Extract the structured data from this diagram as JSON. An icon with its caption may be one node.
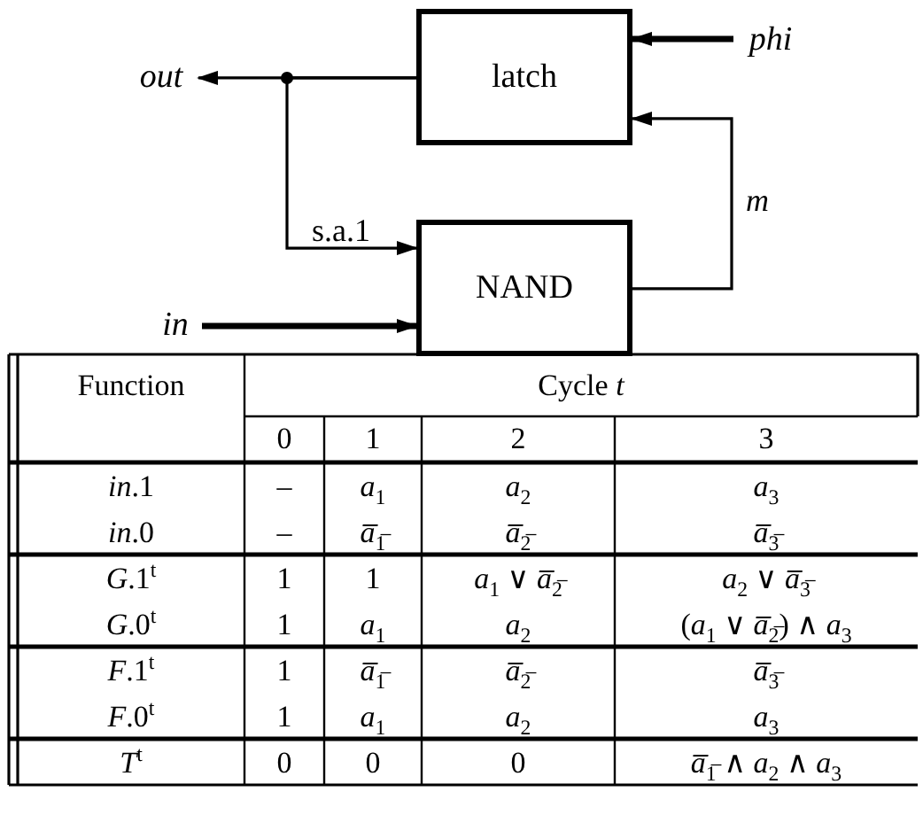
{
  "diagram": {
    "nodes": [
      {
        "text": [
          "latch"
        ]
      },
      {
        "text": [
          "phi"
        ]
      },
      {
        "text": [
          "out"
        ]
      },
      {
        "text": [
          "NAND"
        ]
      },
      {
        "text": [
          "in"
        ]
      }
    ],
    "edges": [
      {
        "from": 1,
        "to": 0,
        "arrow": "to",
        "style": "thick"
      },
      {
        "from": 0,
        "to": 2,
        "arrow": "to"
      },
      {
        "from": 0,
        "to": 3,
        "arrow": "to",
        "label": "s.a.1"
      },
      {
        "from": 3,
        "to": 0,
        "arrow": "to",
        "label": "m"
      },
      {
        "from": 4,
        "to": 3,
        "arrow": "to",
        "style": "thick"
      }
    ],
    "labels": [
      "Function",
      "Cycle *t*",
      "0",
      "1",
      "2",
      "3",
      "*in*.1",
      "–",
      "*a*$_{1}$",
      "*a*$_{2}$",
      "*a*$_{3}$",
      "*in*.0",
      "–",
      "*a̅*$_{1̅}$",
      "*a̅*$_{2̅}$",
      "*a̅*$_{3̅}$",
      "*G*.1$^{t}$",
      "1",
      "1",
      "*a*$_{1}$ ∨ *a̅*$_{2̅}$",
      "*a*$_{2}$ ∨ *a̅*$_{3̅}$",
      "*G*.0$^{t}$",
      "1",
      "*a*$_{1}$",
      "*a*$_{2}$",
      "(*a*$_{1}$ ∨ *a̅*$_{2̅}$) ∧ *a*$_{3}$",
      "*F*.1$^{t}$",
      "1",
      "*a̅*$_{1̅}$",
      "*a̅*$_{2̅}$",
      "*a̅*$_{3̅}$",
      "*F*.0$^{t}$",
      "1",
      "*a*$_{1}$",
      "*a*$_{2}$",
      "*a*$_{3}$",
      "*T*$^{t}$",
      "0",
      "0",
      "0",
      "*a̅*$_{1̅}$ ∧ *a*$_{2}$ ∧ *a*$_{3}$"
    ]
  }
}
